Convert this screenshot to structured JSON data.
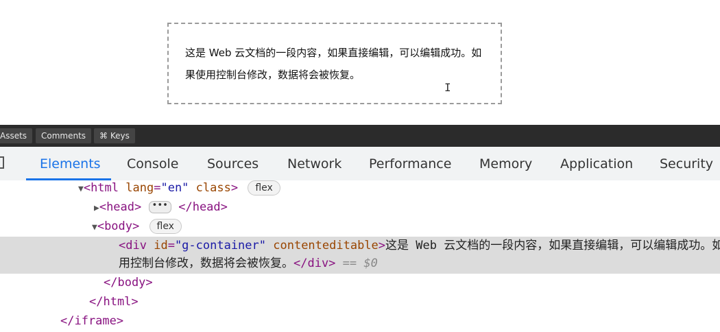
{
  "page": {
    "content_text": "这是 Web 云文档的一段内容，如果直接编辑，可以编辑成功。如果使用控制台修改，数据将会被恢复。"
  },
  "toolbar": {
    "assets": "Assets",
    "comments": "Comments",
    "keys": "⌘ Keys"
  },
  "tabs": [
    {
      "label": "Elements",
      "active": true
    },
    {
      "label": "Console"
    },
    {
      "label": "Sources"
    },
    {
      "label": "Network"
    },
    {
      "label": "Performance"
    },
    {
      "label": "Memory"
    },
    {
      "label": "Application"
    },
    {
      "label": "Security"
    }
  ],
  "tree": {
    "html_open_tag": "<html",
    "html_attr1_name": "lang",
    "html_attr1_val": "\"en\"",
    "html_attr2_name": "class",
    "html_open_end": ">",
    "html_badge": "flex",
    "head_open": "<head>",
    "head_ellipsis": "•••",
    "head_close": "</head>",
    "body_open": "<body>",
    "body_badge": "flex",
    "div_open": "<div",
    "div_attr1_name": "id",
    "div_attr1_val": "\"g-container\"",
    "div_attr2_name": "contenteditable",
    "div_open_end": ">",
    "div_text_line1": "这是 Web 云文档的一段内容，如果直接编辑，可以编辑成功。如果使",
    "div_text_line2": "用控制台修改，数据将会被恢复。",
    "div_close": "</div>",
    "eq": "==",
    "dollar": "$0",
    "body_close": "</body>",
    "html_close": "</html>",
    "iframe_close": "</iframe>"
  },
  "colors": {
    "tab_active": "#1a73e8",
    "tag": "#881280",
    "attr_name": "#994500",
    "attr_value": "#1a1aa6",
    "selected_row": "#dcdcdc",
    "toolbar_bg": "#2b2b2b"
  }
}
